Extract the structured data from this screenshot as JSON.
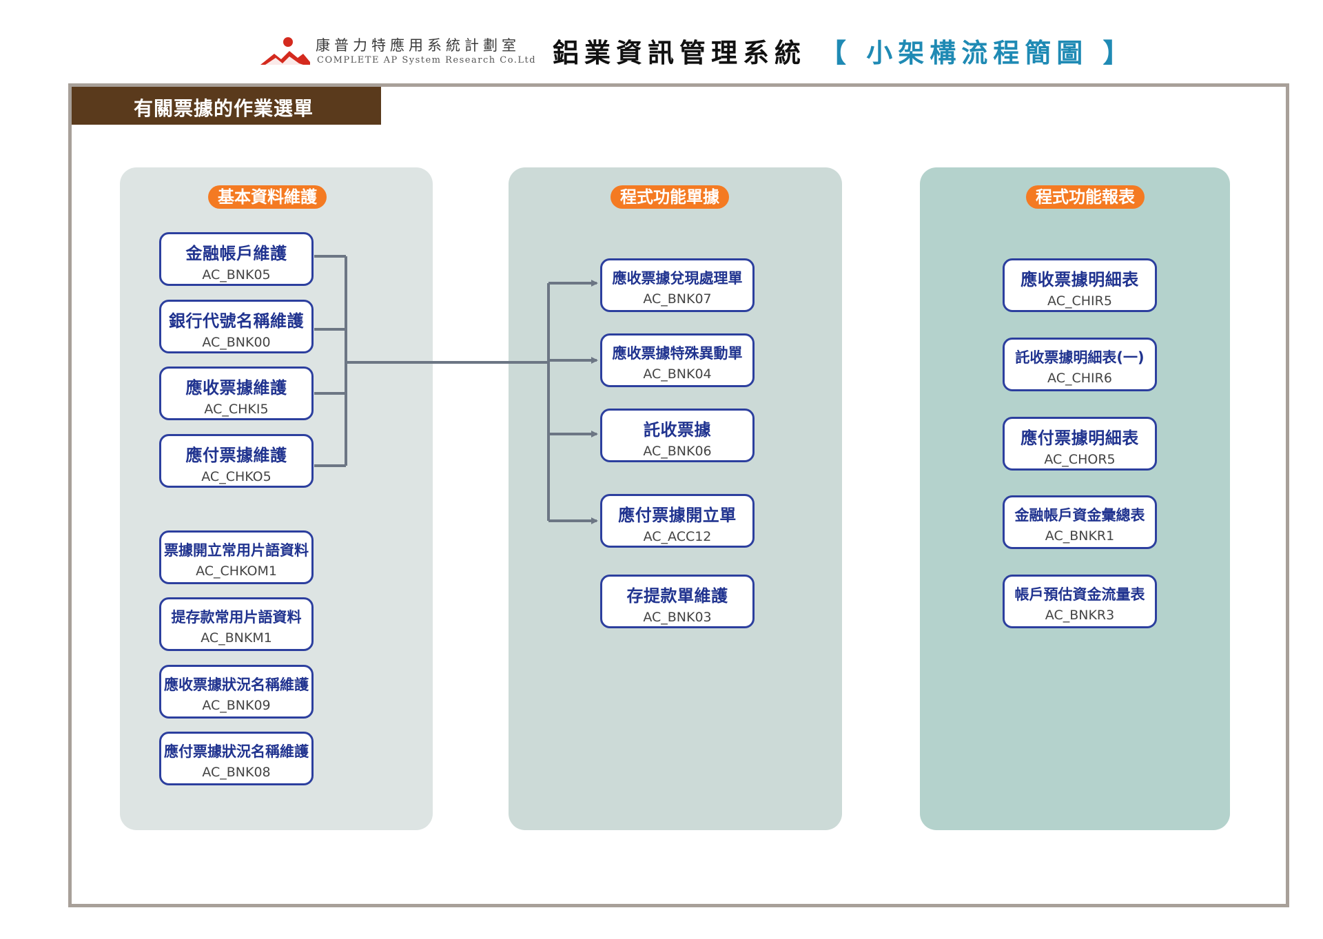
{
  "header": {
    "company_cn": "康普力特應用系統計劃室",
    "company_en": "COMPLETE AP System Research Co.Ltd",
    "system_title": "鋁業資訊管理系統",
    "system_subtitle": "【 小架構流程簡圖 】"
  },
  "tab": {
    "label": "有關票據的作業選單"
  },
  "columns": [
    {
      "header": "基本資料維護",
      "nodes": [
        {
          "name": "金融帳戶維護",
          "code": "AC_BNK05"
        },
        {
          "name": "銀行代號名稱維護",
          "code": "AC_BNK00"
        },
        {
          "name": "應收票據維護",
          "code": "AC_CHKI5"
        },
        {
          "name": "應付票據維護",
          "code": "AC_CHKO5"
        },
        {
          "name": "票據開立常用片語資料",
          "code": "AC_CHKOM1"
        },
        {
          "name": "提存款常用片語資料",
          "code": "AC_BNKM1"
        },
        {
          "name": "應收票據狀況名稱維護",
          "code": "AC_BNK09"
        },
        {
          "name": "應付票據狀況名稱維護",
          "code": "AC_BNK08"
        }
      ]
    },
    {
      "header": "程式功能單據",
      "nodes": [
        {
          "name": "應收票據兌現處理單",
          "code": "AC_BNK07"
        },
        {
          "name": "應收票據特殊異動單",
          "code": "AC_BNK04"
        },
        {
          "name": "託收票據",
          "code": "AC_BNK06"
        },
        {
          "name": "應付票據開立單",
          "code": "AC_ACC12"
        },
        {
          "name": "存提款單維護",
          "code": "AC_BNK03"
        }
      ]
    },
    {
      "header": "程式功能報表",
      "nodes": [
        {
          "name": "應收票據明細表",
          "code": "AC_CHIR5"
        },
        {
          "name": "託收票據明細表(一)",
          "code": "AC_CHIR6"
        },
        {
          "name": "應付票據明細表",
          "code": "AC_CHOR5"
        },
        {
          "name": "金融帳戶資金彙總表",
          "code": "AC_BNKR1"
        },
        {
          "name": "帳戶預估資金流量表",
          "code": "AC_BNKR3"
        }
      ]
    }
  ],
  "colors": {
    "tab_bg": "#5a3a1c",
    "header_pill": "#f47a22",
    "node_border": "#2c3f9e",
    "node_text": "#20338f",
    "connector": "#6c7684",
    "subtitle": "#1f8ab4",
    "logo": "#d42a1e"
  }
}
